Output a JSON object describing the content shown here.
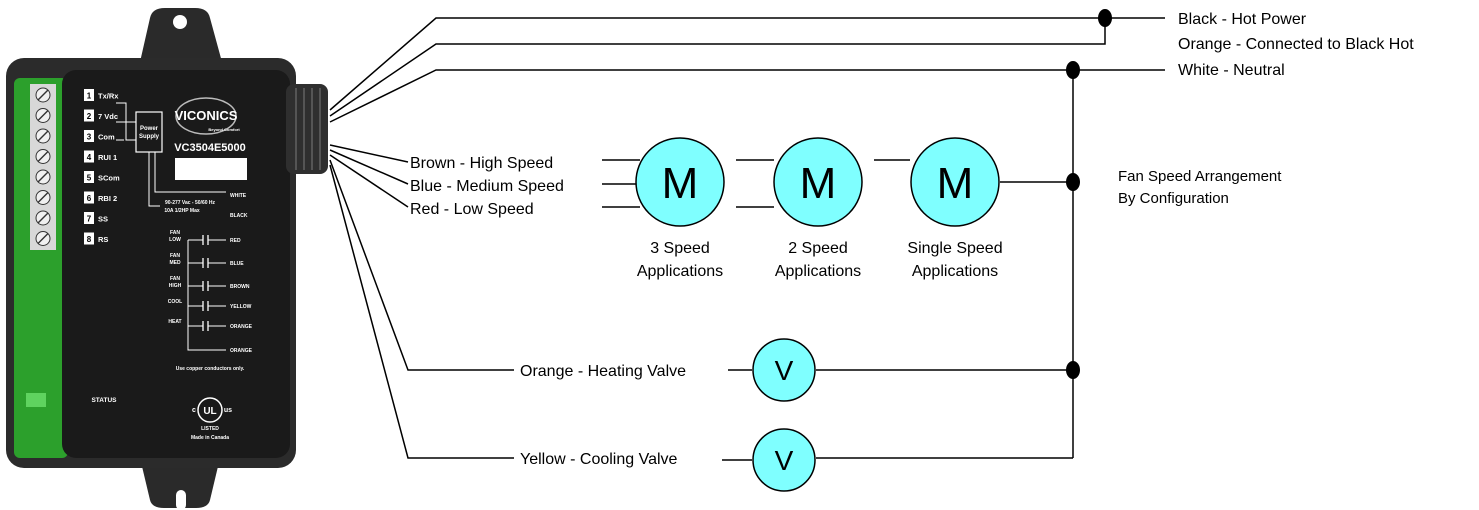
{
  "device": {
    "brand": "VICONICS",
    "tagline": "Beyond Comfort",
    "model": "VC3504E5000",
    "power_supply_label": [
      "Power",
      "Supply"
    ],
    "rating_lines": [
      "90-277 Vac - 50/60 Hz",
      "10A 1/2HP Max"
    ],
    "status_label": "STATUS",
    "copper_note": "Use copper conductors only.",
    "cert_text": "LISTED",
    "made_in": "Made in Canada",
    "terminals": [
      {
        "num": "1",
        "label": "Tx/Rx"
      },
      {
        "num": "2",
        "label": "7 Vdc"
      },
      {
        "num": "3",
        "label": "Com"
      },
      {
        "num": "4",
        "label": "RUI 1"
      },
      {
        "num": "5",
        "label": "SCom"
      },
      {
        "num": "6",
        "label": "RBI 2"
      },
      {
        "num": "7",
        "label": "SS"
      },
      {
        "num": "8",
        "label": "RS"
      }
    ],
    "wire_labels": [
      "WHITE",
      "BLACK",
      "RED",
      "BLUE",
      "BROWN",
      "YELLOW",
      "ORANGE",
      "ORANGE"
    ],
    "relay_labels": [
      [
        "FAN",
        "LOW"
      ],
      [
        "FAN",
        "MED"
      ],
      [
        "FAN",
        "HIGH"
      ],
      [
        "COOL"
      ],
      [
        "HEAT"
      ]
    ]
  },
  "power_wires": {
    "black": "Black - Hot Power",
    "orange": "Orange - Connected to Black Hot",
    "white": "White - Neutral"
  },
  "fan_wires": {
    "brown": "Brown - High Speed",
    "blue": "Blue - Medium Speed",
    "red": "Red - Low Speed"
  },
  "motors": [
    {
      "symbol": "M",
      "caption": [
        "3 Speed",
        "Applications"
      ]
    },
    {
      "symbol": "M",
      "caption": [
        "2 Speed",
        "Applications"
      ]
    },
    {
      "symbol": "M",
      "caption": [
        "Single Speed",
        "Applications"
      ]
    }
  ],
  "fan_note": [
    "Fan Speed Arrangement",
    "By Configuration"
  ],
  "valves": [
    {
      "symbol": "V",
      "label": "Orange - Heating Valve"
    },
    {
      "symbol": "V",
      "label": "Yellow - Cooling Valve"
    }
  ],
  "colors": {
    "circle_fill": "#7fffff",
    "device_body": "#1c1c1c",
    "terminal_green": "#2ca02c",
    "line": "#000000"
  }
}
